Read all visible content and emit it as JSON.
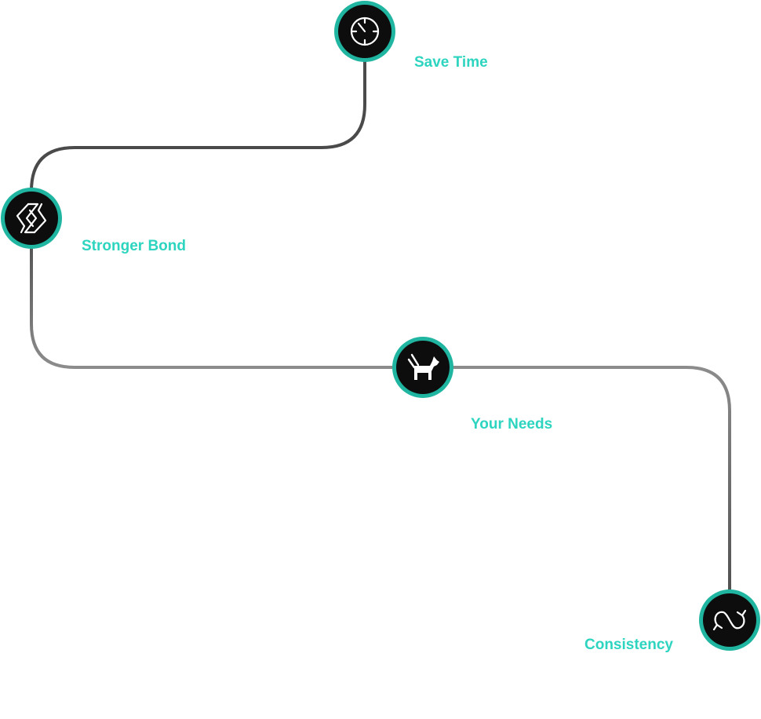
{
  "colors": {
    "accent": "#2dd4bf",
    "ring": "#1fb5a0",
    "node_fill": "#0d0d0d",
    "path_dark": "#4a4a4a",
    "path_light": "#8c8c8c",
    "icon": "#ffffff"
  },
  "steps": [
    {
      "label": "Save Time",
      "icon": "stopwatch-icon"
    },
    {
      "label": "Stronger Bond",
      "icon": "link-bond-icon"
    },
    {
      "label": "Your Needs",
      "icon": "dog-icon"
    },
    {
      "label": "Consistency",
      "icon": "loop-icon"
    }
  ]
}
